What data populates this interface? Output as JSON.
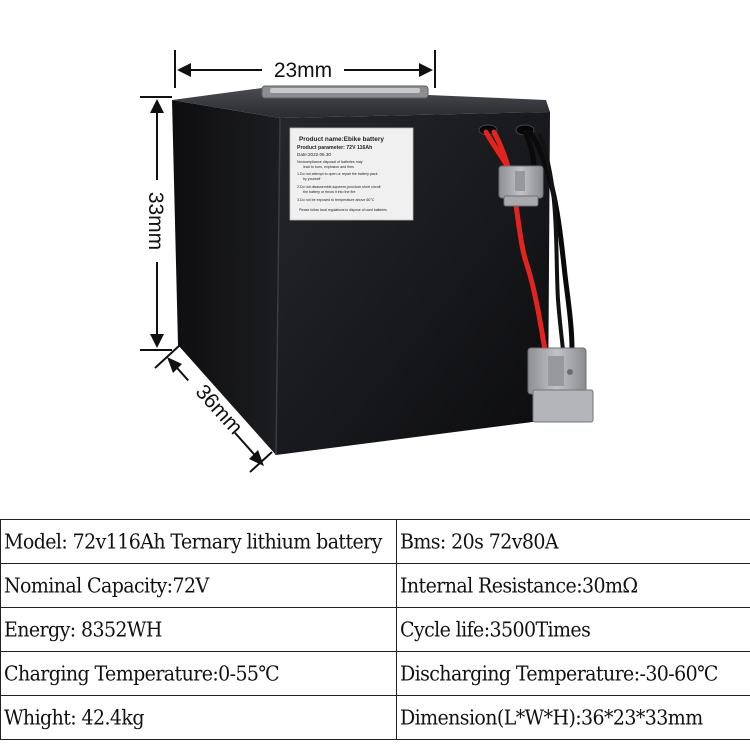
{
  "dimensions": {
    "width": "23mm",
    "height": "33mm",
    "depth": "36mm"
  },
  "battery_label": {
    "line1": "Product name:Ebike battery",
    "line2": "Product parameter: 72V 116Ah",
    "line3": "Date:2022.06.30",
    "line4": "Noncompliance disposal of batteries may",
    "line5": "lead to burn, explosion and fires",
    "line6": "1.Do not attempt to open or repair the battery pack",
    "line7": "by yourself",
    "line8": "2.Do not disassemble,squeeze,puncture,short circuit",
    "line9": "the battery or throw it into the fire",
    "line10": "3.Do not be exposed to temperature above 60°C",
    "line11": "Please follow local regulations to dispose of used batteries"
  },
  "specs": [
    {
      "left": "Model: 72v116Ah Ternary lithium battery",
      "right": "Bms: 20s 72v80A"
    },
    {
      "left": "Nominal Capacity:72V",
      "right": "Internal Resistance:30mΩ"
    },
    {
      "left": "Energy: 8352WH",
      "right": "Cycle life:3500Times"
    },
    {
      "left": "Charging Temperature:0-55℃",
      "right": "Discharging Temperature:-30-60℃"
    },
    {
      "left": "Whight: 42.4kg",
      "right": "Dimension(L*W*H):36*23*33mm"
    }
  ]
}
